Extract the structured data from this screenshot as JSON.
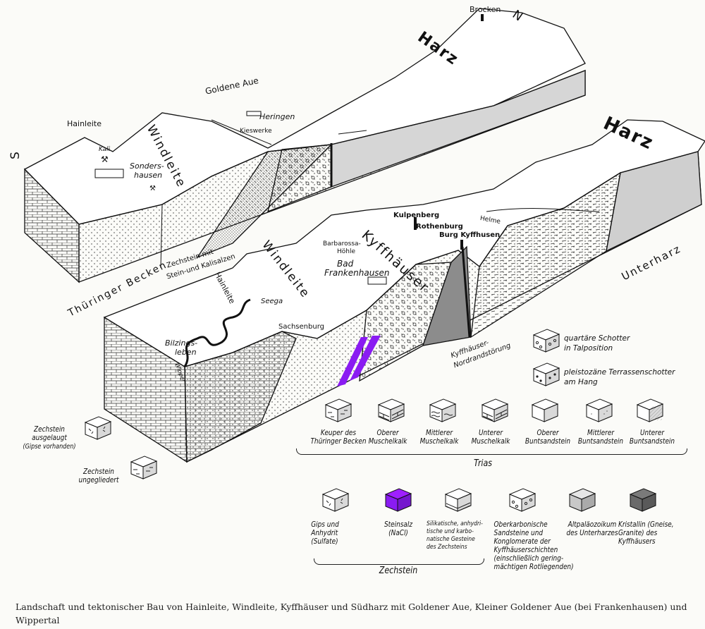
{
  "upper_block": {
    "brocken": "Brocken",
    "north": "N",
    "harz": "Harz",
    "goldene_aue": "Goldene Aue",
    "heringen": "Heringen",
    "kieswerke": "Kieswerke",
    "hainleite": "Hainleite",
    "south": "S",
    "kali": "Kali",
    "windleite": "Windleite",
    "sondershausen_1": "Sonders-",
    "sondershausen_2": "hausen",
    "zechstein_note_1": "Zechstein mit",
    "zechstein_note_2": "Stein-und Kalisalzen",
    "thueringer_becken": "Thüringer Becken"
  },
  "lower_block": {
    "harz": "Harz",
    "helme": "Helme",
    "kulpenberg": "Kulpenberg",
    "rothenburg": "Rothenburg",
    "burg_kyffhusen": "Burg Kyffhusen",
    "barbarossa_1": "Barbarossa-",
    "barbarossa_2": "Höhle",
    "kyffhaeuser": "Kyffhäuser",
    "windleite": "Windleite",
    "hainleite": "Hainleite",
    "bad_frankenhausen_1": "Bad",
    "bad_frankenhausen_2": "Frankenhausen",
    "seega": "Seega",
    "sachsenburg": "Sachsenburg",
    "bilzingsleben_1": "Bilzings-",
    "bilzingsleben_2": "leben",
    "wipper": "Wipper",
    "unterharz": "Unterharz",
    "fault_1": "Kyffhäuser-",
    "fault_2": "Nordrandstörung"
  },
  "legend": {
    "colors": {
      "white": "#ffffff",
      "salt": "#8a1cf2",
      "grey": "#c8c8c8",
      "dark": "#6a6a6a"
    },
    "gravel": [
      {
        "l1": "quartäre Schotter",
        "l2": "in Talposition"
      },
      {
        "l1": "pleistozäne Terrassenschotter",
        "l2": "am Hang"
      }
    ],
    "trias_items": [
      {
        "l1": "Keuper des",
        "l2": "Thüringer Becken"
      },
      {
        "l1": "Oberer",
        "l2": "Muschelkalk"
      },
      {
        "l1": "Mittlerer",
        "l2": "Muschelkalk"
      },
      {
        "l1": "Unterer",
        "l2": "Muschelkalk"
      },
      {
        "l1": "Oberer",
        "l2": "Buntsandstein"
      },
      {
        "l1": "Mittlerer",
        "l2": "Buntsandstein"
      },
      {
        "l1": "Unterer",
        "l2": "Buntsandstein"
      }
    ],
    "trias_label": "Trias",
    "zechstein_left": [
      {
        "l1": "Zechstein",
        "l2": "ausgelaugt",
        "l3": "(Gipse vorhanden)"
      },
      {
        "l1": "Zechstein",
        "l2": "ungegliedert"
      }
    ],
    "bottom_items": [
      {
        "l1": "Gips und",
        "l2": "Anhydrit",
        "l3": "(Sulfate)"
      },
      {
        "l1": "Steinsalz",
        "l2": "(NaCl)"
      },
      {
        "l1": "Silikatische, anhydri-",
        "l2": "tische und karbo-",
        "l3": "natische Gesteine",
        "l4": "des Zechsteins"
      },
      {
        "l1": "Oberkarbonische",
        "l2": "Sandsteine und",
        "l3": "Konglomerate der",
        "l4": "Kyffhäuserschichten",
        "l5": "(einschließlich gering-",
        "l6": "mächtigen Rotliegenden)"
      },
      {
        "l1": "Altpaläozoikum",
        "l2": "des Unterharzes"
      },
      {
        "l1": "Kristallin (Gneise,",
        "l2": "Granite) des",
        "l3": "Kyffhäusers"
      }
    ],
    "zechstein_label": "Zechstein"
  },
  "caption": "Landschaft und tektonischer Bau von Hainleite, Windleite, Kyffhäuser und Südharz mit Goldener Aue, Kleiner Goldener Aue (bei Frankenhausen) und Wippertal"
}
